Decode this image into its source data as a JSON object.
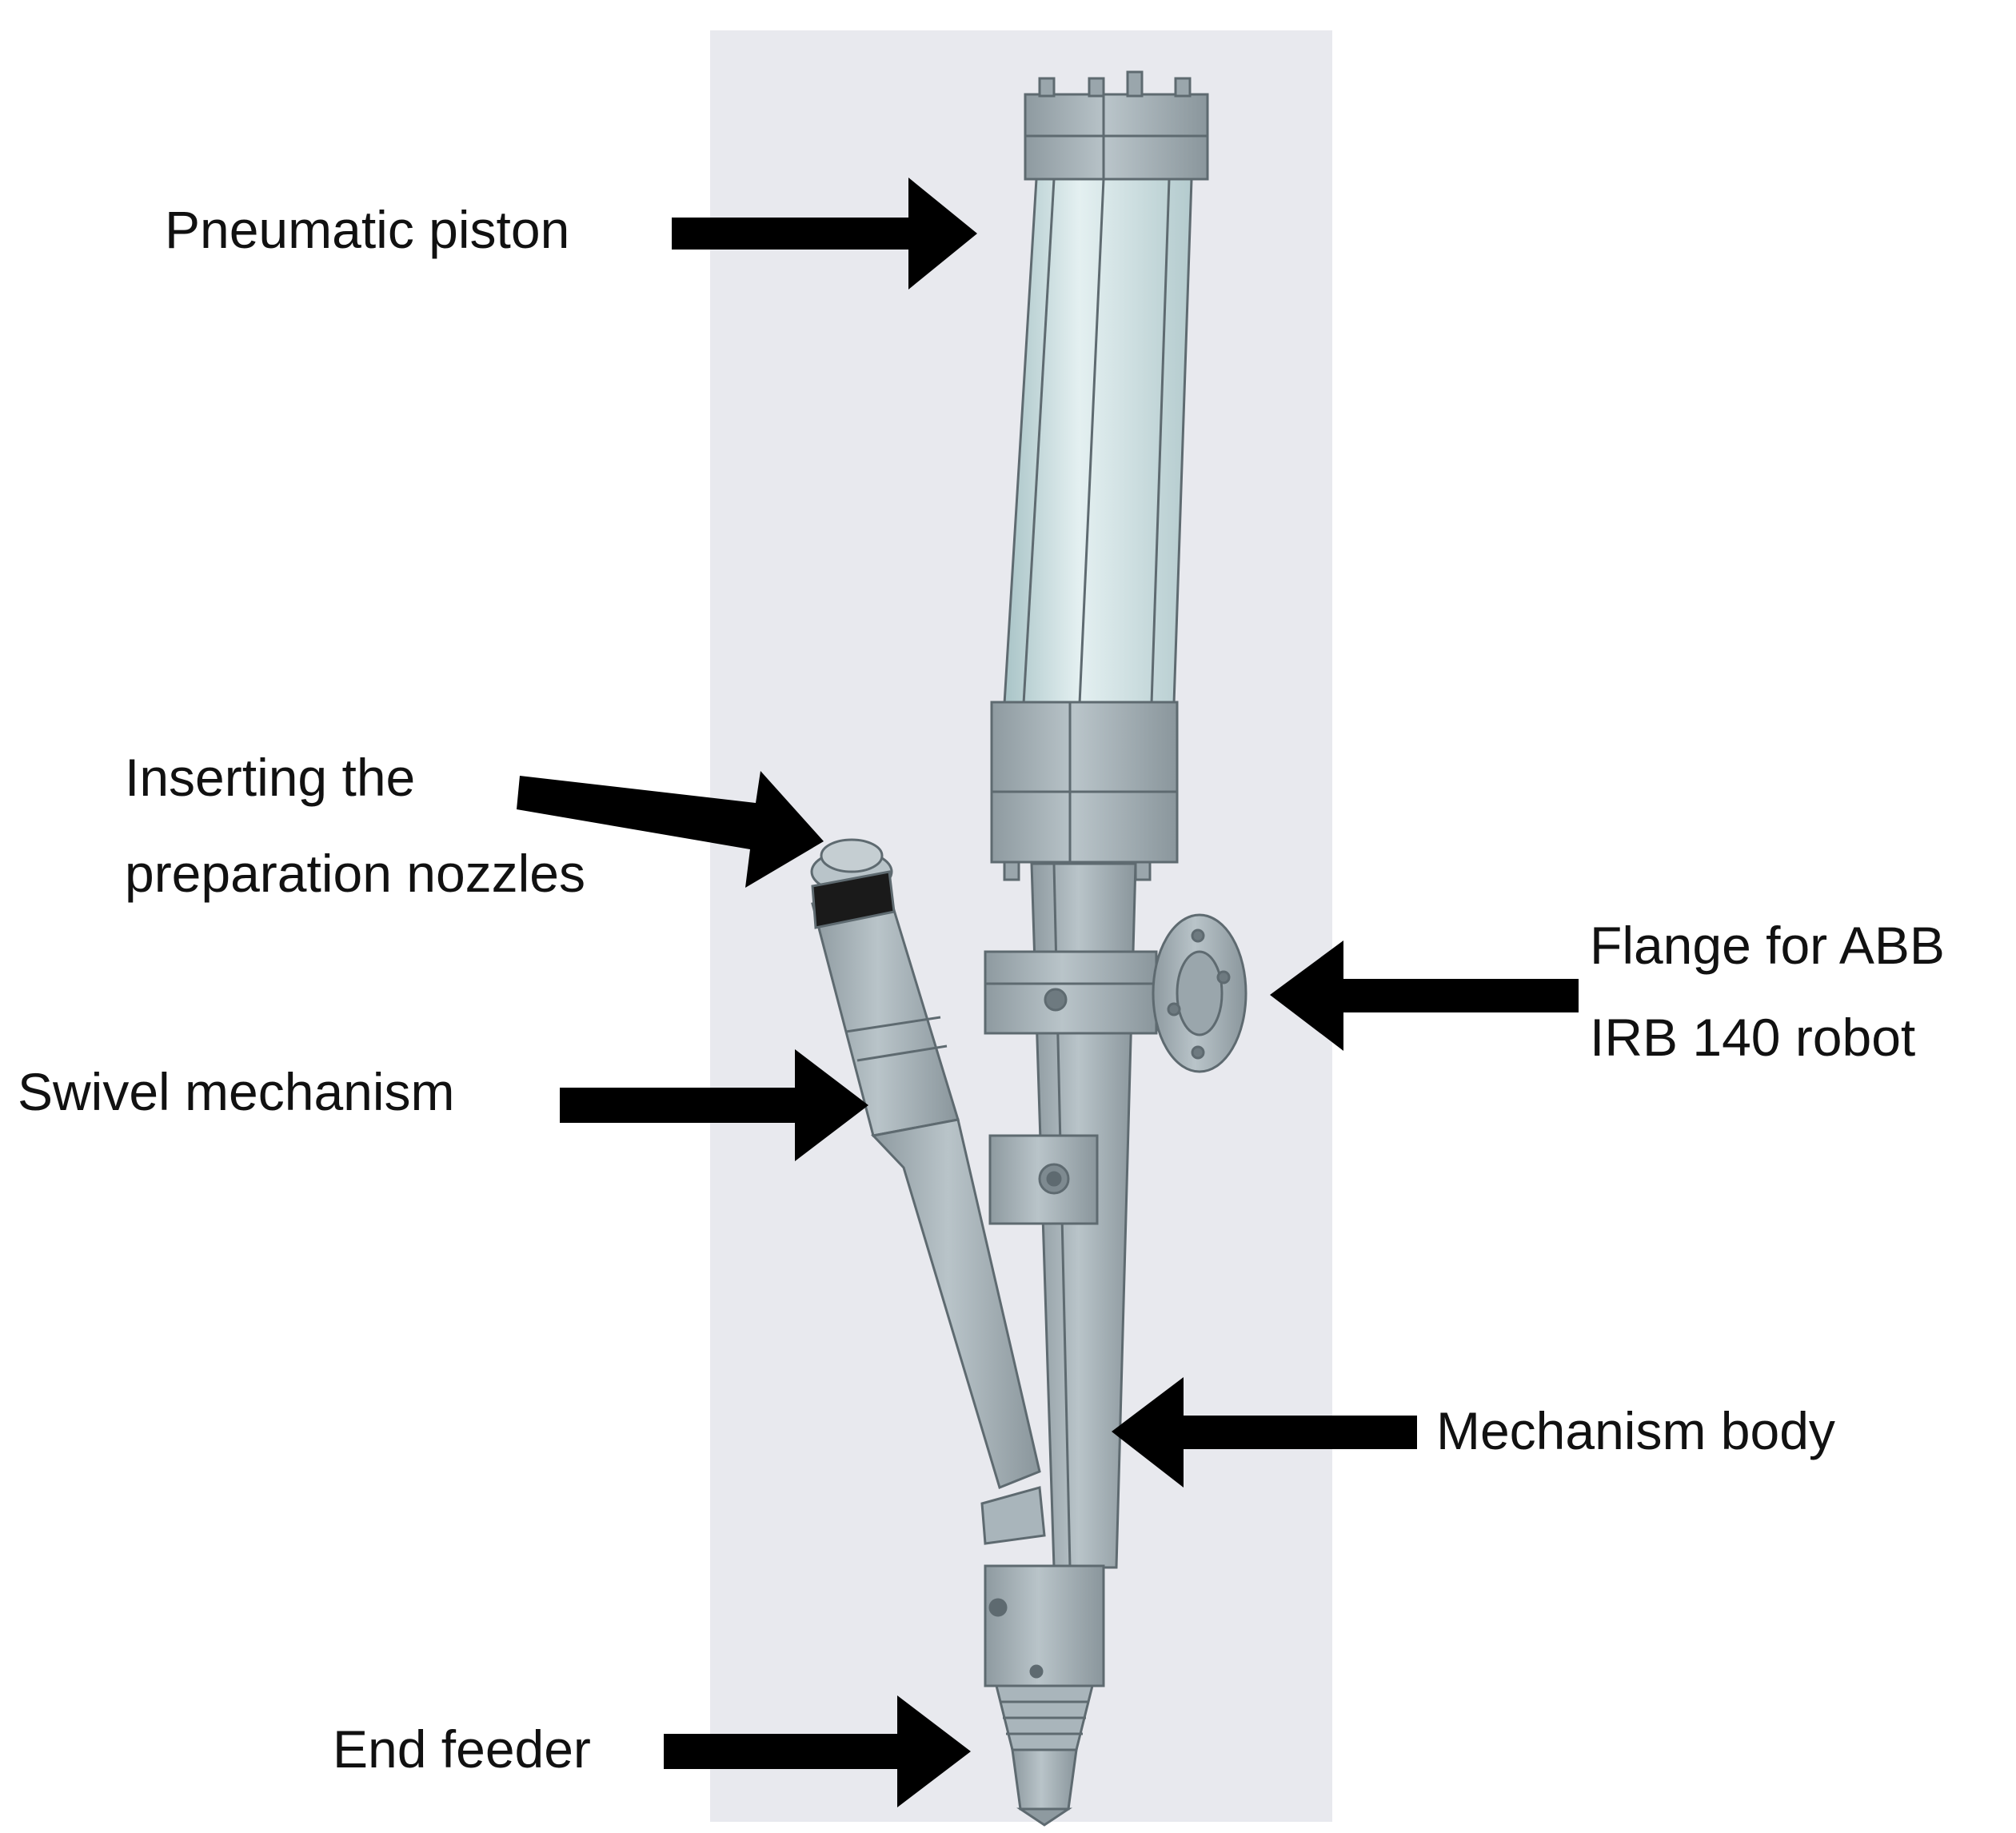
{
  "labels": {
    "pneumatic_piston": "Pneumatic piston",
    "inserting_line1": "Inserting the",
    "inserting_line2": "preparation nozzles",
    "swivel": "Swivel mechanism",
    "flange_line1": "Flange for ABB",
    "flange_line2": "IRB 140 robot",
    "body": "Mechanism body",
    "end_feeder": "End feeder"
  },
  "colors": {
    "panel_background": "#E8E9EE",
    "metal": "#A9B5BB",
    "metal_dark": "#7E8A90",
    "glass": "#CFE0E2",
    "arrow": "#000000"
  }
}
